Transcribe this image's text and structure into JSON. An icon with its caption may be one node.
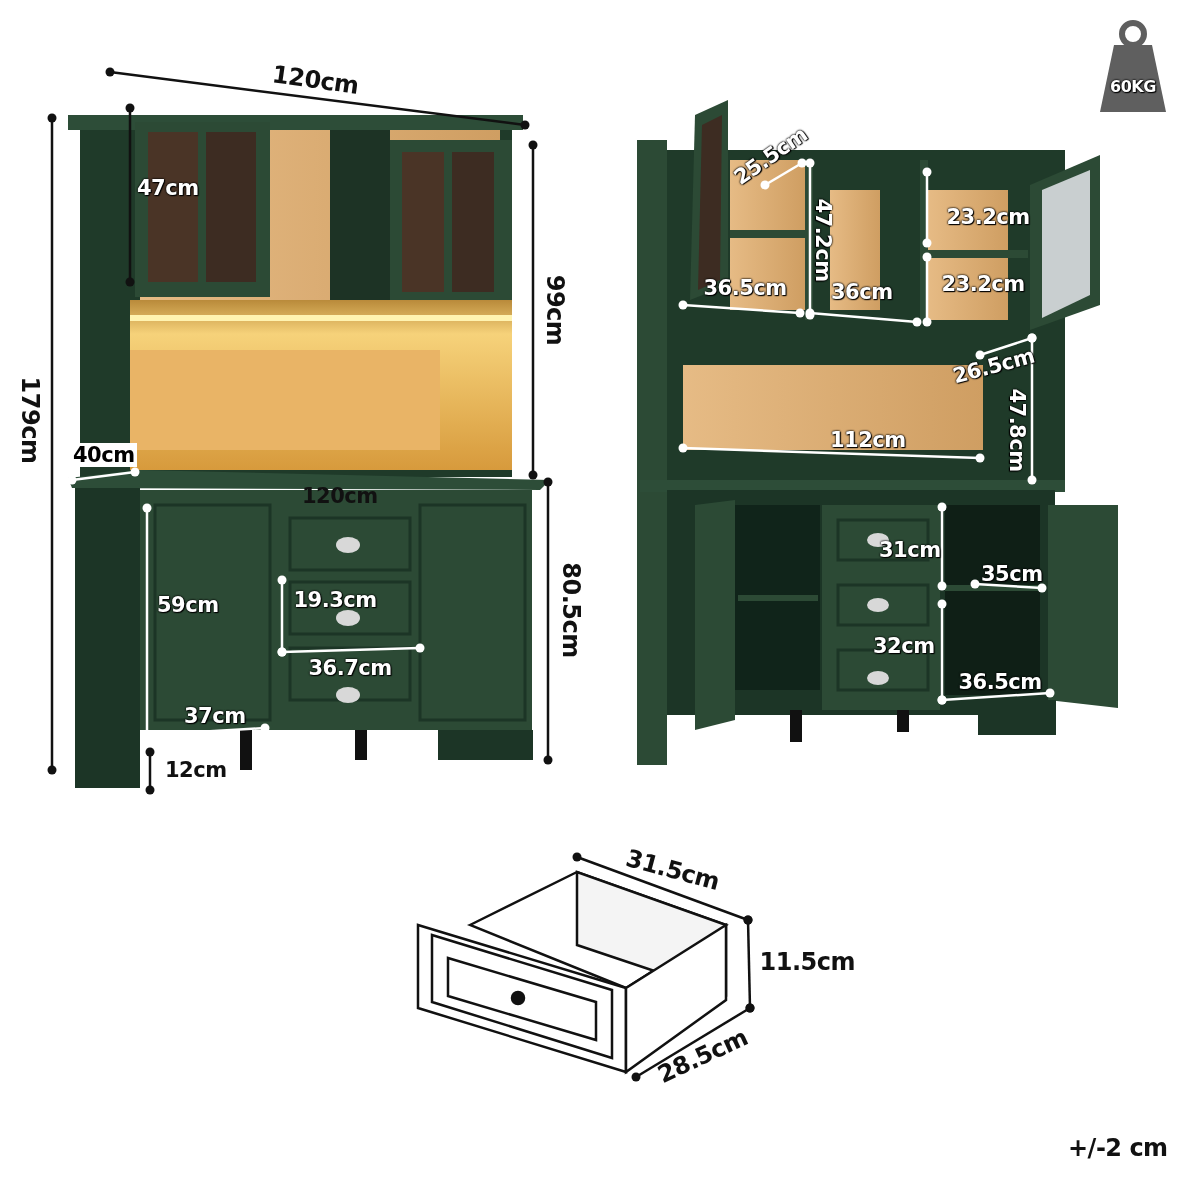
{
  "diagram": {
    "labels": [
      "60KG",
      "120cm",
      "47cm",
      "25.5cm",
      "99cm",
      "47.2cm",
      "23.2cm",
      "23.2cm",
      "36.5cm",
      "36cm",
      "26.5cm",
      "179cm",
      "112cm",
      "47.8cm",
      "40cm",
      "120cm",
      "31cm",
      "35cm",
      "59cm",
      "19.3cm",
      "80.5cm",
      "32cm",
      "36.7cm",
      "36.5cm",
      "37cm",
      "12cm",
      "31.5cm",
      "11.5cm",
      "28.5cm",
      "+/-2 cm"
    ]
  }
}
